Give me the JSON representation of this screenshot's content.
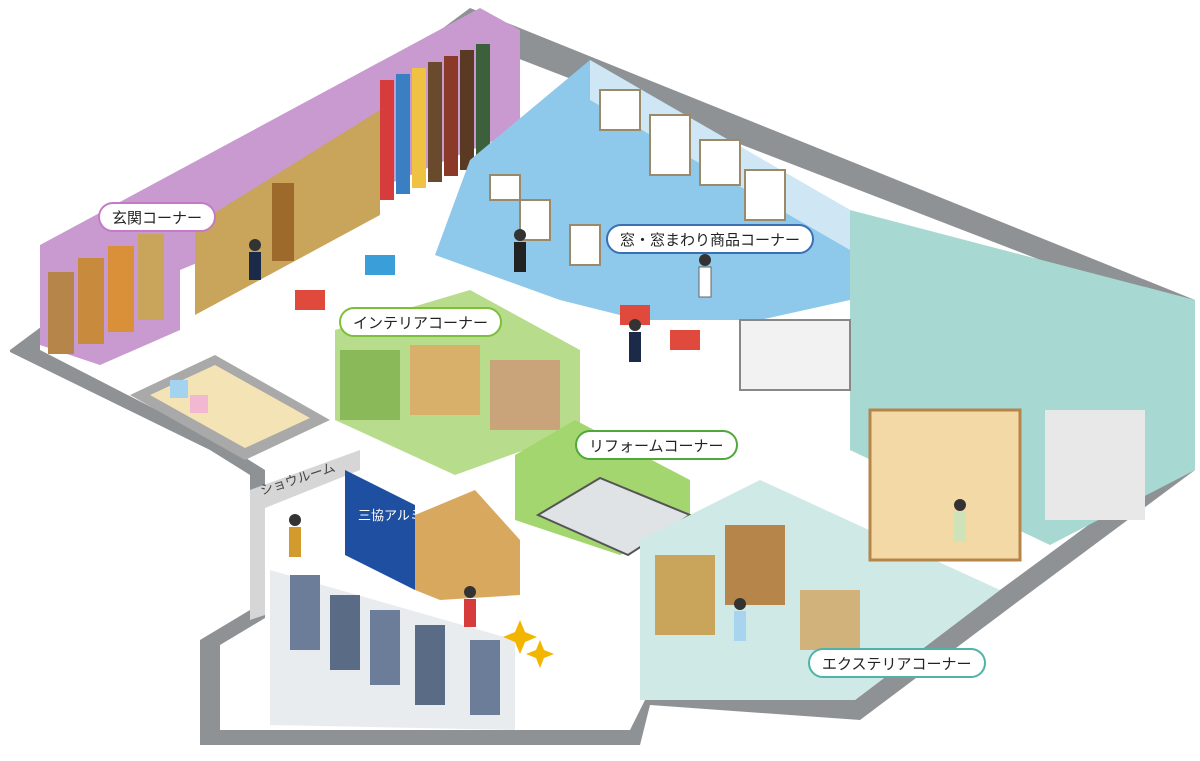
{
  "corners": {
    "entrance": "玄関コーナー",
    "window": "窓・窓まわり商品コーナー",
    "interior": "インテリアコーナー",
    "reform": "リフォームコーナー",
    "exterior": "エクステリアコーナー"
  },
  "signs": {
    "showroom": "ショウルーム",
    "brand": "三協アルミ"
  },
  "colors": {
    "entrance_border": "#c47ac6",
    "window_border": "#3b6fb3",
    "interior_border": "#7bbf3a",
    "reform_border": "#4fa83a",
    "exterior_border": "#4fb3a9",
    "brand_panel": "#1f4fa0"
  }
}
